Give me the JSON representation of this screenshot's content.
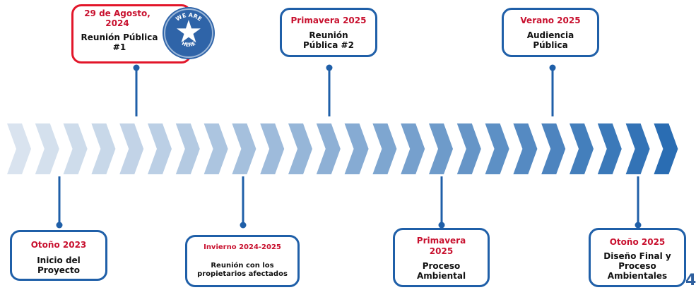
{
  "colors": {
    "card_border": "#1f5fa8",
    "current_border": "#e2162a",
    "date_text": "#c8102e",
    "connector": "#1f5fa8",
    "arrow_light": "#d9e3ef",
    "arrow_dark": "#2a6db3"
  },
  "badge": {
    "icon": "star-icon",
    "text_top": "WE ARE",
    "text_bottom": "HERE"
  },
  "milestones_top": [
    {
      "date": "29 de Agosto, 2024",
      "label": "Reunión Pública #1",
      "current": true
    },
    {
      "date": "Primavera 2025",
      "label": "Reunión Pública #2",
      "current": false
    },
    {
      "date": "Verano 2025",
      "label": "Audiencia Pública",
      "current": false
    }
  ],
  "milestones_bottom": [
    {
      "date": "Otoño 2023",
      "label": "Inicio del Proyecto"
    },
    {
      "date": "Invierno 2024-2025",
      "label": "Reunión con los propietarios afectados"
    },
    {
      "date": "Primavera 2025",
      "label": "Proceso Ambiental"
    },
    {
      "date": "Otoño 2025",
      "label": "Diseño Final y Proceso Ambientales"
    }
  ],
  "page_number": "4"
}
